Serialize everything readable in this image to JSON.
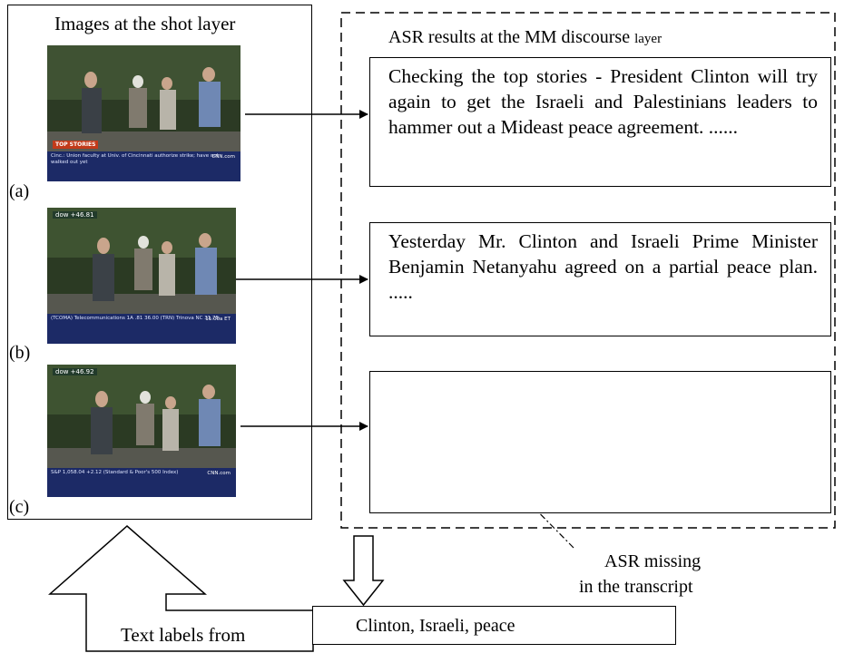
{
  "shot_layer": {
    "title": "Images at the shot layer",
    "frames": [
      {
        "label": "(a)",
        "overlay": "TOP STORIES",
        "caption": "Cinc.: Union faculty at Univ. of Cincinnati authorize strike; have not walked out yet",
        "brand": "CNN.com"
      },
      {
        "label": "(b)",
        "ticker_top": "dow +46.81",
        "caption": "(TCOMA) Telecommunications 1A .81 36.00  (TRN) Trinova NC 31.75",
        "brand": "11:00a ET"
      },
      {
        "label": "(c)",
        "ticker_top": "dow +46.92",
        "caption": "S&P 1,058.04 +2.12 (Standard & Poor's 500 Index)",
        "brand": "CNN.com"
      }
    ]
  },
  "asr_layer": {
    "title_main": "ASR results at the MM discourse",
    "title_small": "layer",
    "results": [
      "Checking the top stories - President Clinton will try again to get the Israeli and Palestinians leaders to hammer out a Mideast peace agreement. ......",
      "Yesterday Mr. Clinton and Israeli Prime Minister Benjamin Netanyahu agreed on a partial peace plan. .....",
      ""
    ]
  },
  "annotations": {
    "missing_line1": "ASR   missing",
    "missing_line2": "in the transcript",
    "text_labels_from": "Text labels from",
    "labels_box": "Clinton, Israeli, peace"
  }
}
